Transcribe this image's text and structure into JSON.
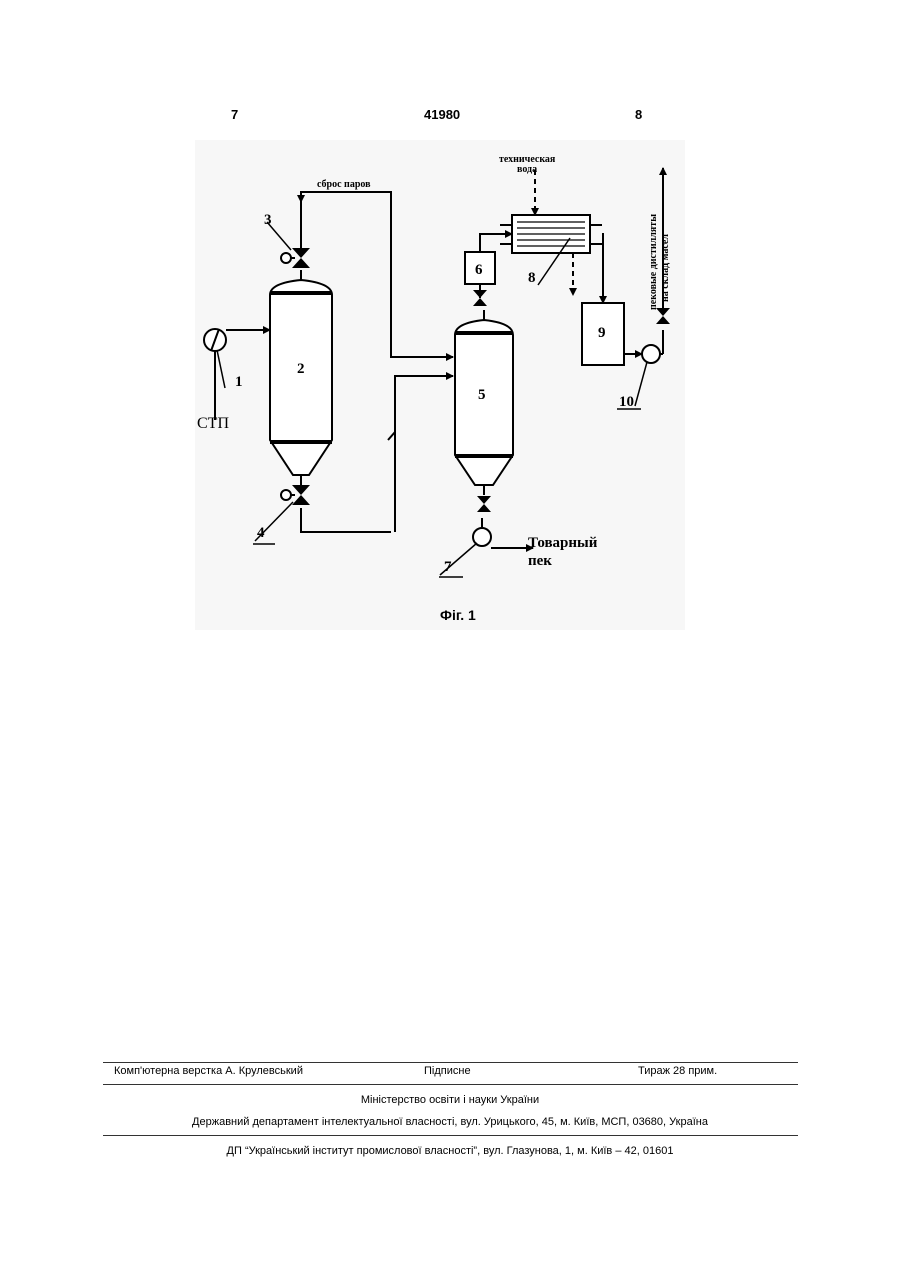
{
  "header": {
    "page_left": "7",
    "patent_number": "41980",
    "page_right": "8"
  },
  "figure": {
    "caption": "Фіг. 1",
    "labels": {
      "vapor_discharge": "сброс паров",
      "tech_water_1": "техническая",
      "tech_water_2": "вода",
      "stp": "СТП",
      "product_1": "Товарный",
      "product_2": "пек",
      "distillate_1": "пековые дистилляты",
      "distillate_2": "на склад масел",
      "n1": "1",
      "n2": "2",
      "n3": "3",
      "n4": "4",
      "n5": "5",
      "n6": "6",
      "n7": "7",
      "n8": "8",
      "n9": "9",
      "n10": "10"
    }
  },
  "footer": {
    "layout": "Комп'ютерна верстка А. Крулевський",
    "signed": "Підписне",
    "circulation": "Тираж 28 прим.",
    "ministry": "Міністерство освіти і науки України",
    "department": "Державний департамент інтелектуальної власності, вул. Урицького, 45, м. Київ, МСП, 03680, Україна",
    "institute": "ДП “Український інститут промислової власності”, вул. Глазунова, 1, м. Київ – 42, 01601"
  }
}
